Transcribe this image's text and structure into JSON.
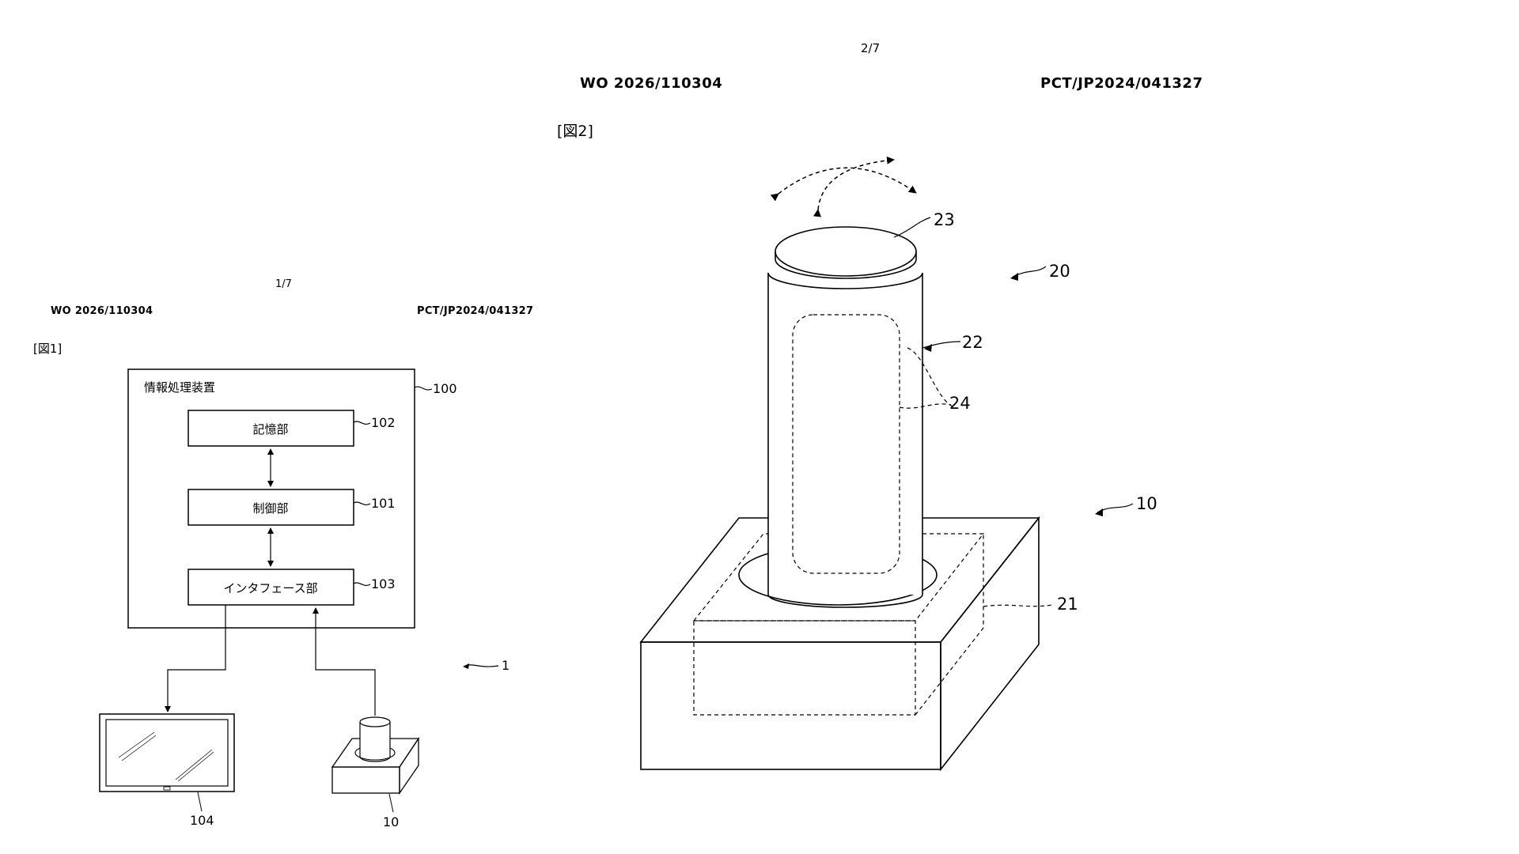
{
  "sheet2": {
    "page_number": "2/7",
    "publication_number": "WO 2026/110304",
    "application_number": "PCT/JP2024/041327",
    "figure_label": "[図2]",
    "refs": {
      "r23": "23",
      "r20": "20",
      "r22": "22",
      "r24": "24",
      "r10": "10",
      "r21": "21"
    }
  },
  "sheet1": {
    "page_number": "1/7",
    "publication_number": "WO 2026/110304",
    "application_number": "PCT/JP2024/041327",
    "figure_label": "[図1]",
    "device_title": "情報処理装置",
    "blocks": {
      "storage": "記憶部",
      "control": "制御部",
      "interface": "インタフェース部"
    },
    "refs": {
      "r100": "100",
      "r102": "102",
      "r101": "101",
      "r103": "103",
      "r1": "1",
      "r104": "104",
      "r10": "10"
    }
  }
}
